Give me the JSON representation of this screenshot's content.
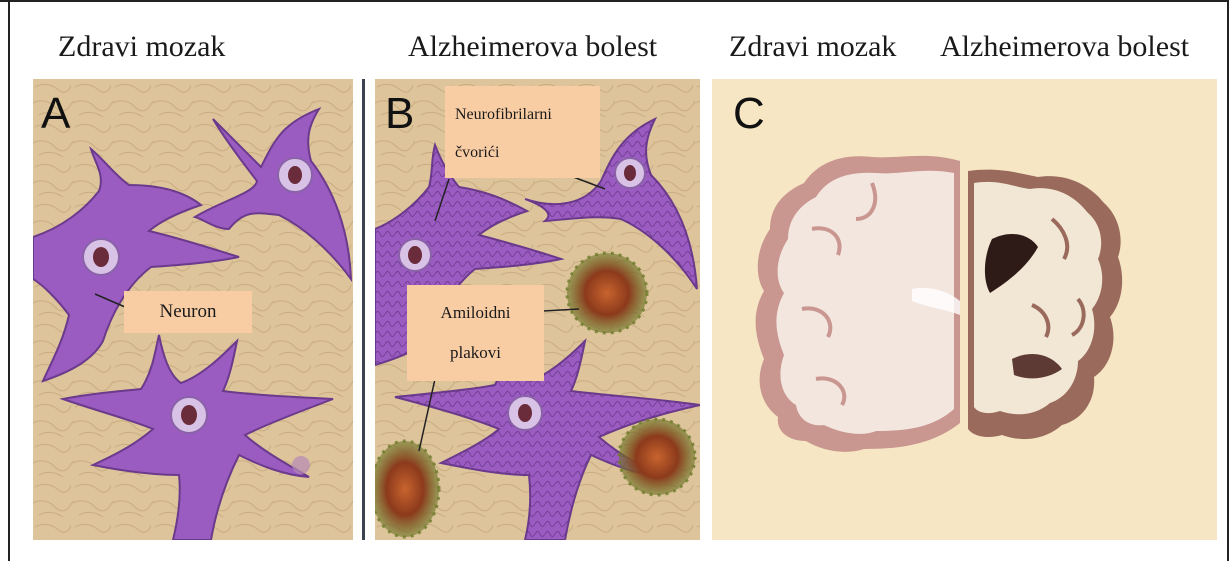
{
  "headings": {
    "panel_a": "Zdravi mozak",
    "panel_b": "Alzheimerova bolest",
    "panel_c_left": "Zdravi mozak",
    "panel_c_right": "Alzheimerova bolest"
  },
  "panel_letters": {
    "a": "A",
    "b": "B",
    "c": "C"
  },
  "labels": {
    "neuron": "Neuron",
    "tangles_line1": "Neurofibrilarni",
    "tangles_line2": "čvorići",
    "plaques_line1": "Amiloidni",
    "plaques_line2": "plakovi"
  },
  "colors": {
    "tissue_background": "#ddc49a",
    "neuron_fill": "#9a5cc0",
    "callout_fill": "#f9cda4",
    "panel_c_background": "#f6e6c3",
    "healthy_brain_tissue": "#f3e6df",
    "plaque_fill": "#8c3a1c"
  }
}
